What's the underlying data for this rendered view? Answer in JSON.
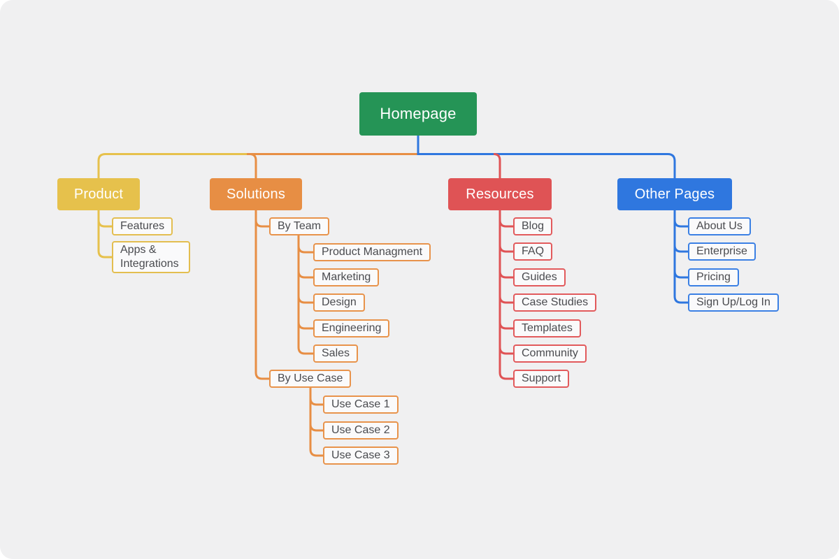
{
  "colors": {
    "root_green": "#259456",
    "product_yellow": "#E6C14C",
    "solutions_orange": "#E78E44",
    "resources_red": "#DF5355",
    "other_pages_blue": "#2F77DF",
    "canvas_bg": "#F0F0F1",
    "leaf_bg": "#FAFAFB",
    "leaf_text": "#4A4B4F"
  },
  "nodes": {
    "homepage": {
      "label": "Homepage"
    },
    "product": {
      "label": "Product",
      "children": [
        {
          "label": "Features"
        },
        {
          "label": "Apps & Integrations"
        }
      ]
    },
    "solutions": {
      "label": "Solutions",
      "children": [
        {
          "label": "By Team",
          "children": [
            {
              "label": "Product Managment"
            },
            {
              "label": "Marketing"
            },
            {
              "label": "Design"
            },
            {
              "label": "Engineering"
            },
            {
              "label": "Sales"
            }
          ]
        },
        {
          "label": "By Use Case",
          "children": [
            {
              "label": "Use Case 1"
            },
            {
              "label": "Use Case 2"
            },
            {
              "label": "Use Case 3"
            }
          ]
        }
      ]
    },
    "resources": {
      "label": "Resources",
      "children": [
        {
          "label": "Blog"
        },
        {
          "label": "FAQ"
        },
        {
          "label": "Guides"
        },
        {
          "label": "Case Studies"
        },
        {
          "label": "Templates"
        },
        {
          "label": "Community"
        },
        {
          "label": "Support"
        }
      ]
    },
    "other_pages": {
      "label": "Other Pages",
      "children": [
        {
          "label": "About Us"
        },
        {
          "label": "Enterprise"
        },
        {
          "label": "Pricing"
        },
        {
          "label": "Sign Up/Log In"
        }
      ]
    }
  }
}
